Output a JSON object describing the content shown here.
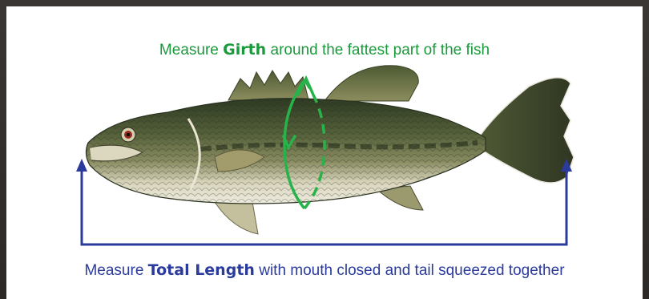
{
  "girth_caption": {
    "prefix": "Measure ",
    "emphasis": "Girth",
    "suffix": " around the fattest part of the fish",
    "color": "#1a9a3c"
  },
  "length_caption": {
    "prefix": "Measure ",
    "emphasis": "Total Length",
    "suffix": " with mouth closed and tail squeezed together",
    "color": "#2b3b9c"
  },
  "colors": {
    "girth": "#27b34a",
    "length": "#2b3b9c",
    "fish_back": "#3f4a2c",
    "fish_belly": "#ece8d6"
  },
  "illustration": "largemouth-bass"
}
